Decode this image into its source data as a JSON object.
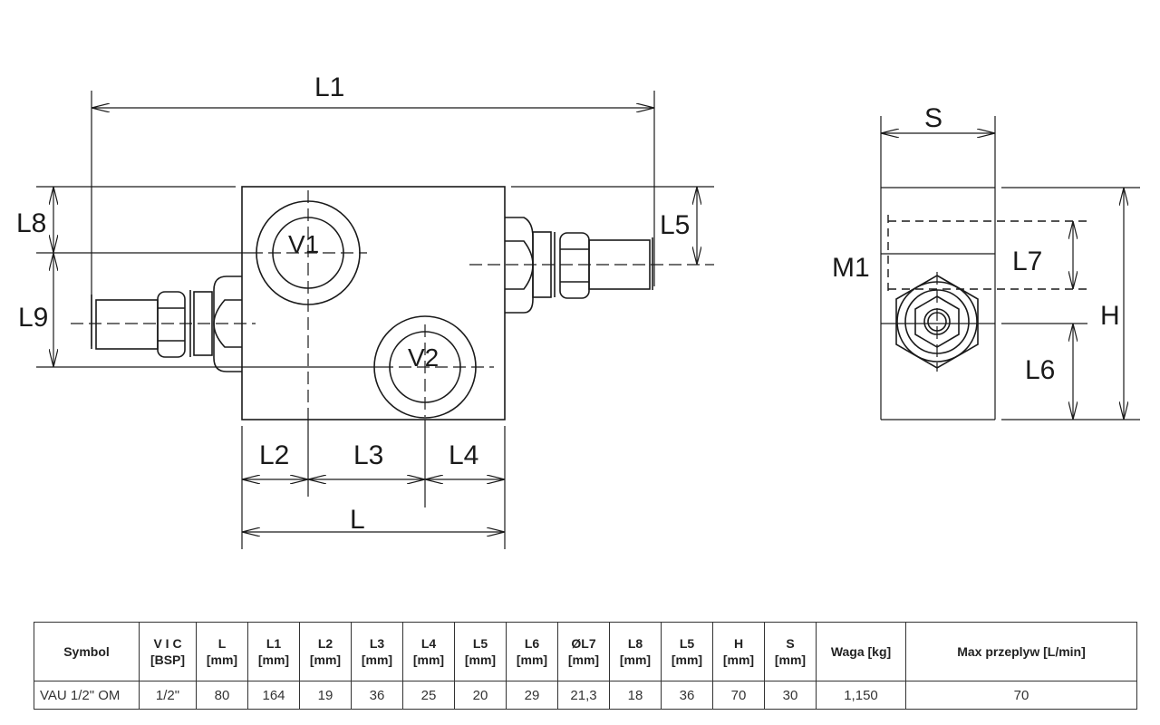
{
  "drawing": {
    "labels": {
      "L1": "L1",
      "L8": "L8",
      "L9": "L9",
      "V1": "V1",
      "V2": "V2",
      "L5": "L5",
      "L2": "L2",
      "L3": "L3",
      "L4": "L4",
      "L": "L",
      "S": "S",
      "M1": "M1",
      "L7": "L7",
      "H": "H",
      "L6": "L6"
    }
  },
  "table": {
    "headers": [
      {
        "line1": "Symbol",
        "line2": ""
      },
      {
        "line1": "V I C",
        "line2": "[BSP]"
      },
      {
        "line1": "L",
        "line2": "[mm]"
      },
      {
        "line1": "L1",
        "line2": "[mm]"
      },
      {
        "line1": "L2",
        "line2": "[mm]"
      },
      {
        "line1": "L3",
        "line2": "[mm]"
      },
      {
        "line1": "L4",
        "line2": "[mm]"
      },
      {
        "line1": "L5",
        "line2": "[mm]"
      },
      {
        "line1": "L6",
        "line2": "[mm]"
      },
      {
        "line1": "ØL7",
        "line2": "[mm]"
      },
      {
        "line1": "L8",
        "line2": "[mm]"
      },
      {
        "line1": "L5",
        "line2": "[mm]"
      },
      {
        "line1": "H",
        "line2": "[mm]"
      },
      {
        "line1": "S",
        "line2": "[mm]"
      },
      {
        "line1": "Waga [kg]",
        "line2": ""
      },
      {
        "line1": "Max przeplyw [L/min]",
        "line2": ""
      }
    ],
    "rows": [
      [
        "VAU 1/2\" OM",
        "1/2\"",
        "80",
        "164",
        "19",
        "36",
        "25",
        "20",
        "29",
        "21,3",
        "18",
        "36",
        "70",
        "30",
        "1,150",
        "70"
      ]
    ]
  }
}
